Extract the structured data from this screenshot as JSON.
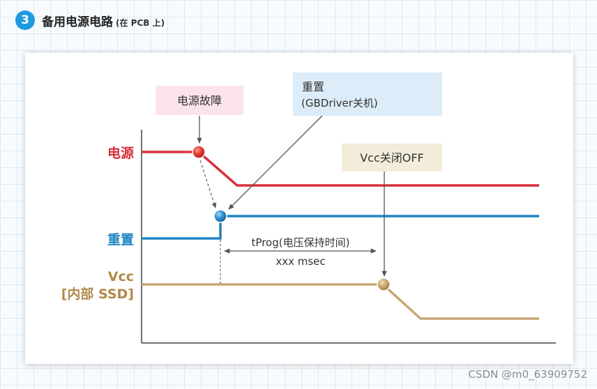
{
  "header": {
    "step_number": "3",
    "title": "备用电源电路",
    "subtitle": "(在 PCB 上)"
  },
  "labels": {
    "power_failure": "电源故障",
    "reset_line1": "重置",
    "reset_line2": "(GBDriver关机)",
    "vcc_off": "Vcc关闭OFF",
    "row_power": "电源",
    "row_reset": "重置",
    "row_vcc_line1": "Vcc",
    "row_vcc_line2": "[内部 SSD]",
    "tprog": "tProg(电压保持时间)",
    "msec": "xxx msec"
  },
  "colors": {
    "power": "#d7303c",
    "reset": "#1e86c2",
    "vcc": "#c7a773",
    "vcc_label": "#b08a4a",
    "accent": "#1e9be0",
    "pink_box": "#fbe3ea",
    "blue_box": "#dcedf9",
    "beige_box": "#f3ecda"
  },
  "watermark": "CSDN @m0_63909752"
}
